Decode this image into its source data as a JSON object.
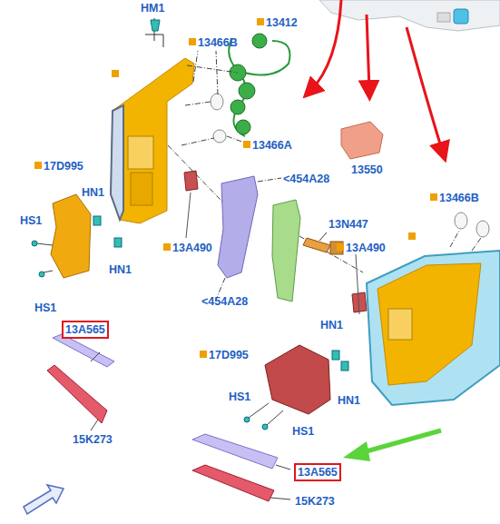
{
  "diagram": {
    "nodes": [
      {
        "text": [
          "13A565"
        ]
      },
      {
        "text": [
          "13A565"
        ]
      }
    ],
    "labels": [
      "HM1",
      "13412",
      "13466B",
      "13466A",
      "13550",
      "17D995",
      "HN1",
      "HN1",
      "HS1",
      "HS1",
      "<454A28",
      "<454A28",
      "13A490",
      "13A490",
      "13N447",
      "13466B",
      "15K273",
      "HN1",
      "HN1",
      "17D995",
      "HS1",
      "HS1",
      "15K273"
    ]
  }
}
